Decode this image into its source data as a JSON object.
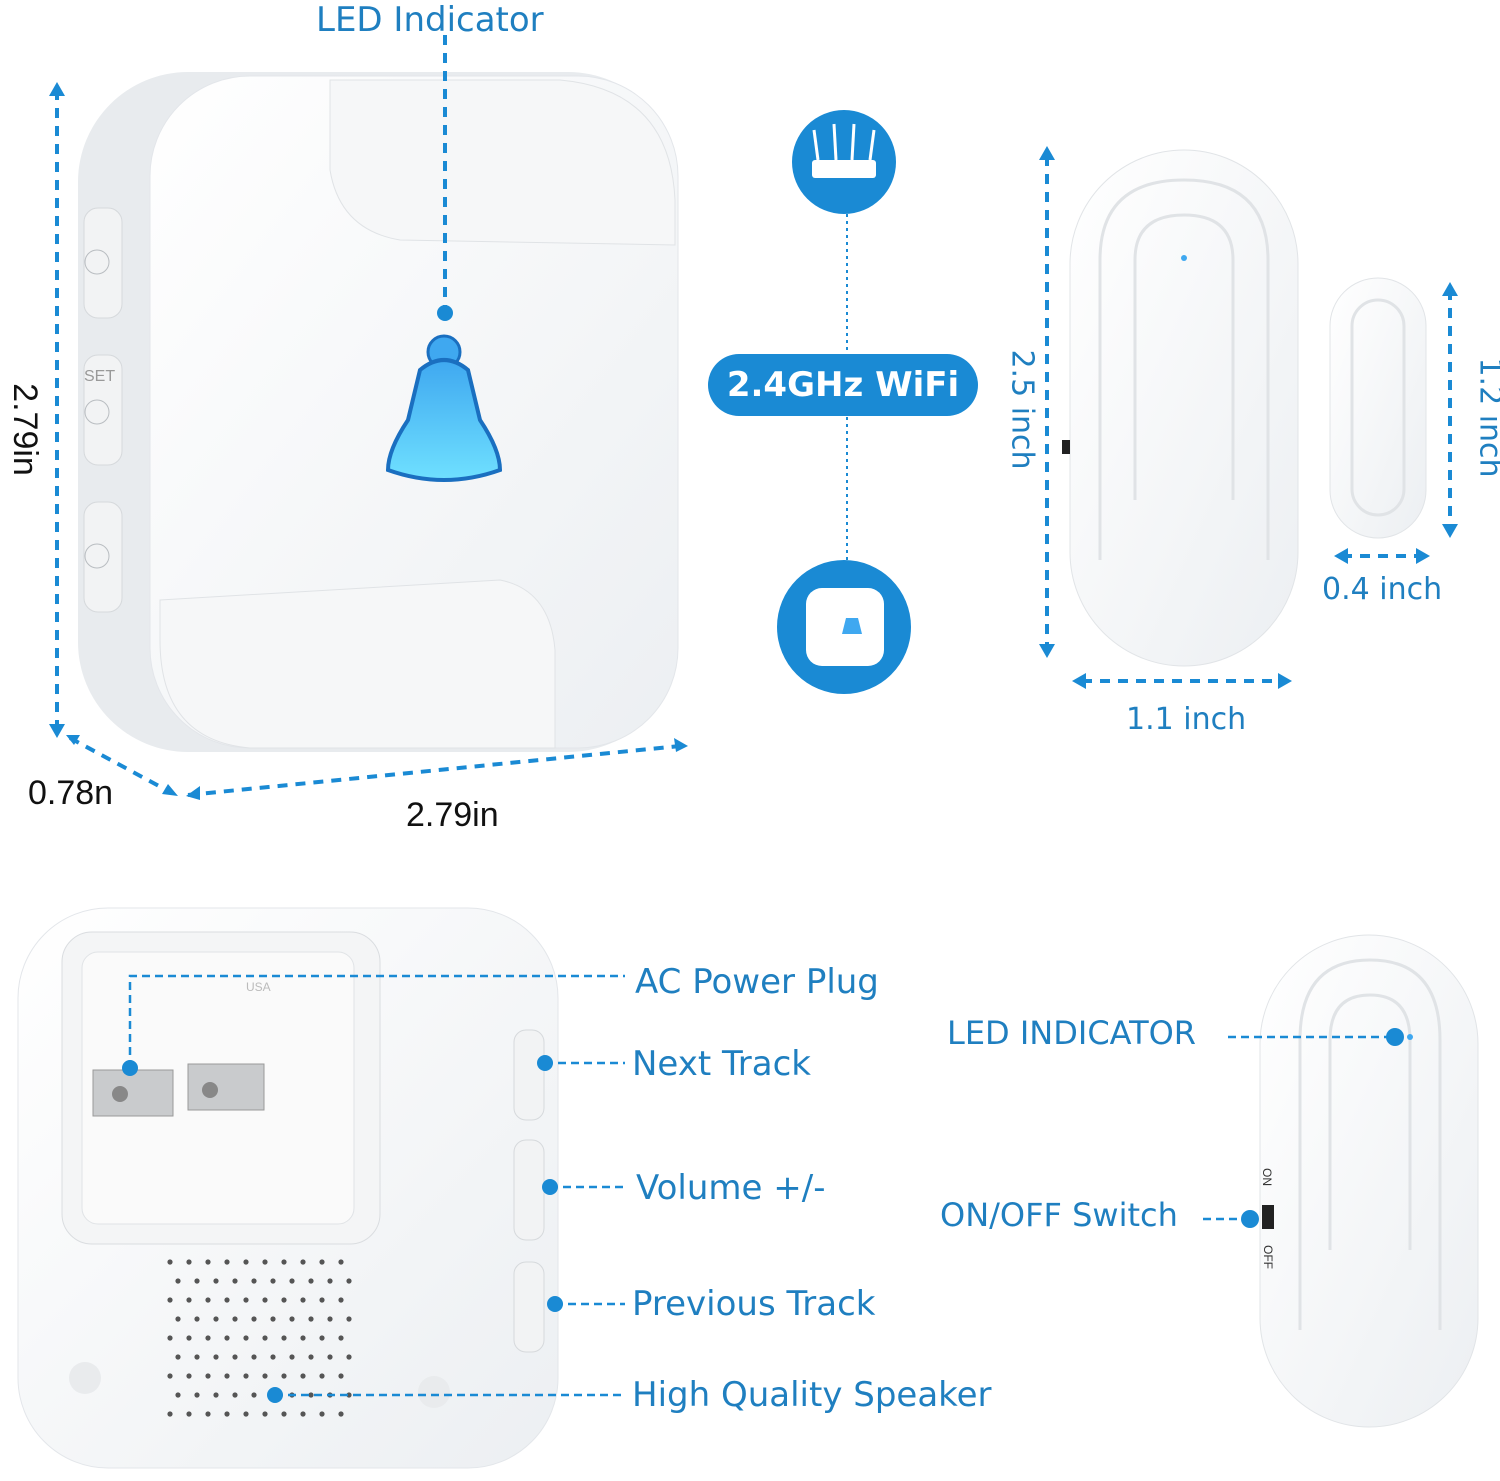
{
  "colors": {
    "accent": "#1a8ad4",
    "label": "#1f7fc0"
  },
  "top": {
    "led_indicator": "LED Indicator",
    "height_dim": "2.79in",
    "depth_dim": "0.78n",
    "width_dim": "2.79in",
    "wifi_badge": "2.4GHz WiFi",
    "sensor_height": "2.5 inch",
    "sensor_width": "1.1 inch",
    "magnet_height": "1.2 inch",
    "magnet_width": "0.4 inch",
    "set_label": "SET"
  },
  "bottom": {
    "callouts": [
      "AC Power Plug",
      "Next Track",
      "Volume +/-",
      "Previous Track",
      "High Quality Speaker"
    ],
    "sensor_led": "LED INDICATOR",
    "sensor_switch": "ON/OFF Switch",
    "switch_on": "ON",
    "switch_off": "OFF",
    "plug_mark": "USA"
  }
}
